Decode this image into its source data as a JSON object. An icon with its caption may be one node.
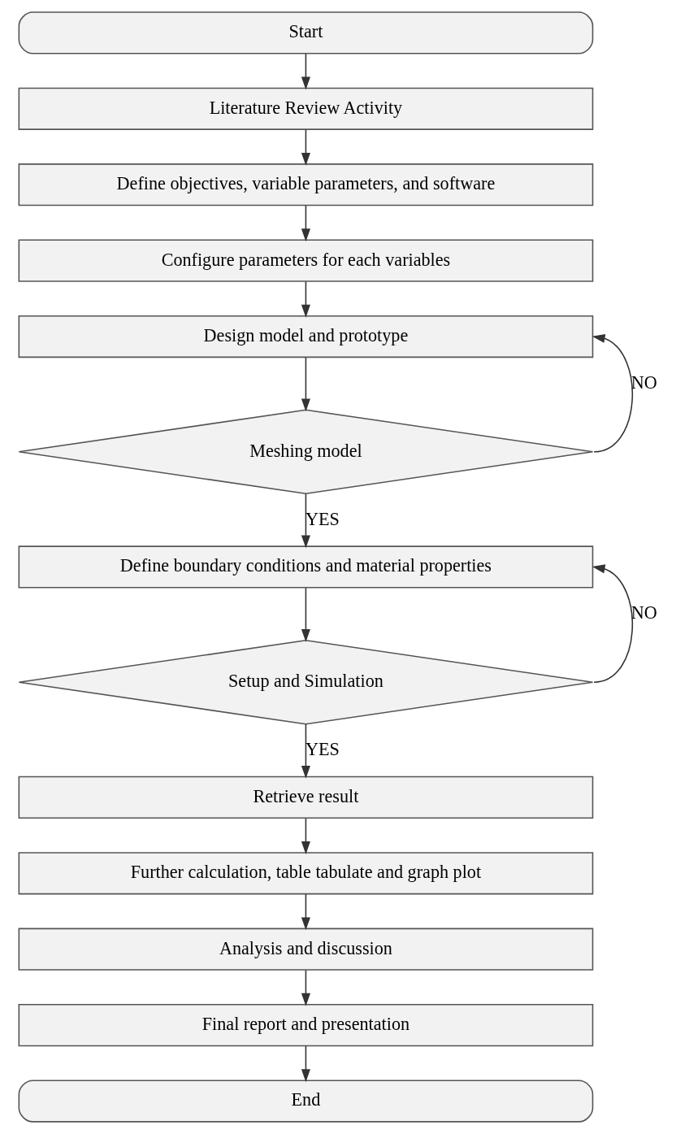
{
  "diagram": {
    "nodes": [
      {
        "text": [
          "Start"
        ]
      },
      {
        "text": [
          "Literature Review Activity"
        ]
      },
      {
        "text": [
          "Define objectives, variable parameters, and software"
        ]
      },
      {
        "text": [
          "Configure parameters for each variables"
        ]
      },
      {
        "text": [
          "Design model and prototype"
        ]
      },
      {
        "text": [
          "Meshing model"
        ]
      },
      {
        "text": [
          "Define boundary conditions and material properties"
        ]
      },
      {
        "text": [
          "Setup and Simulation"
        ]
      },
      {
        "text": [
          "Retrieve result"
        ]
      },
      {
        "text": [
          "Further calculation, table tabulate and graph plot"
        ]
      },
      {
        "text": [
          "Analysis and discussion"
        ]
      },
      {
        "text": [
          "Final report and presentation"
        ]
      },
      {
        "text": [
          "End"
        ]
      }
    ],
    "edges": [
      {
        "from": 0,
        "to": 1,
        "arrow": "to"
      },
      {
        "from": 1,
        "to": 2,
        "arrow": "to"
      },
      {
        "from": 2,
        "to": 3,
        "arrow": "to"
      },
      {
        "from": 3,
        "to": 4,
        "arrow": "to"
      },
      {
        "from": 4,
        "to": 5,
        "arrow": "to"
      },
      {
        "from": 5,
        "to": 4,
        "label": "NO",
        "arrow": "to"
      },
      {
        "from": 5,
        "to": 6,
        "label": "YES",
        "arrow": "to"
      },
      {
        "from": 6,
        "to": 7,
        "arrow": "to"
      },
      {
        "from": 7,
        "to": 6,
        "label": "NO",
        "arrow": "to"
      },
      {
        "from": 7,
        "to": 8,
        "label": "YES",
        "arrow": "to"
      },
      {
        "from": 8,
        "to": 9,
        "arrow": "to"
      },
      {
        "from": 9,
        "to": 10,
        "arrow": "to"
      },
      {
        "from": 10,
        "to": 11,
        "arrow": "to"
      },
      {
        "from": 11,
        "to": 12,
        "arrow": "to"
      }
    ]
  }
}
